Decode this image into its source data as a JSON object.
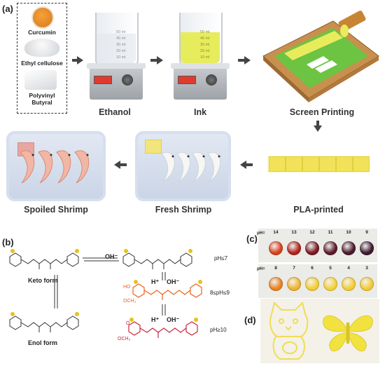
{
  "panel_a": {
    "letter": "(a)",
    "materials": [
      "Curcumin",
      "Ethyl cellulose",
      "Polyvinyl Butyral"
    ],
    "beaker_scale": [
      "50 ml",
      "40 ml",
      "30 ml",
      "20 ml",
      "10 ml"
    ],
    "captions": {
      "ethanol": "Ethanol",
      "ink": "Ink",
      "screen": "Screen Printing",
      "pla": "PLA-printed",
      "fresh": "Fresh Shrimp",
      "spoiled": "Spoiled Shrimp"
    },
    "colors": {
      "ink": "#e9ec5a",
      "screen_mesh": "#6cc442",
      "frame": "#c8904f"
    }
  },
  "panel_b": {
    "letter": "(b)",
    "forms": [
      "Keto form",
      "Enol form"
    ],
    "ph_conditions": [
      "pH≤7",
      "8≤pH≤9",
      "pH≥10"
    ],
    "reagents": {
      "oh": "OH⁻",
      "h": "H⁺"
    },
    "substituents": {
      "methoxy": "OCH₃",
      "hydroxy": "HO",
      "oxide": "O"
    }
  },
  "panel_c": {
    "letter": "(c)",
    "ph_prefix": "pH=",
    "row1": [
      {
        "ph": "14",
        "color": "#d8421f"
      },
      {
        "ph": "13",
        "color": "#b0261c"
      },
      {
        "ph": "12",
        "color": "#7a1a24"
      },
      {
        "ph": "11",
        "color": "#5c1a2b"
      },
      {
        "ph": "10",
        "color": "#4c1a2e"
      },
      {
        "ph": "9",
        "color": "#3e1a2e"
      }
    ],
    "row2": [
      {
        "ph": "8",
        "color": "#e88420"
      },
      {
        "ph": "7",
        "color": "#f0b531"
      },
      {
        "ph": "6",
        "color": "#f3cf36"
      },
      {
        "ph": "5",
        "color": "#f5d23a"
      },
      {
        "ph": "4",
        "color": "#f4ce38"
      },
      {
        "ph": "3",
        "color": "#f3cb36"
      }
    ]
  },
  "panel_d": {
    "letter": "(d)"
  }
}
